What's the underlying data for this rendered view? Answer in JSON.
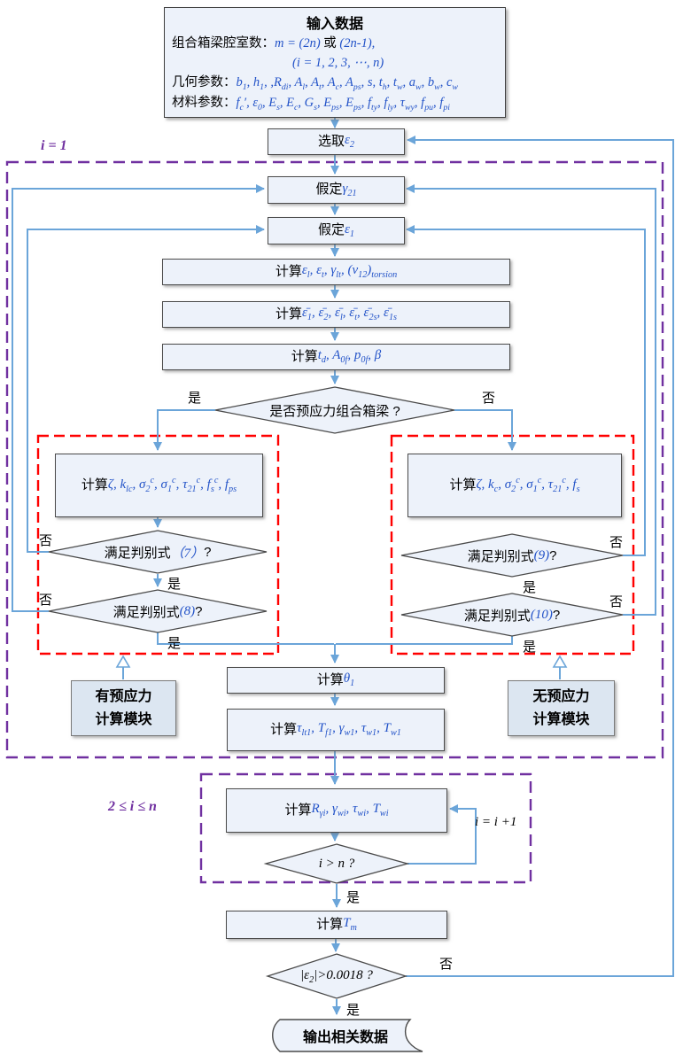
{
  "colors": {
    "arrow_blue": "#6BA5D9",
    "math_blue": "#2353C8",
    "region_purple": "#7030A0",
    "region_red": "#FF0000",
    "node_fill": "#EDF2FA",
    "module_fill": "#DCE6F1"
  },
  "input_box": {
    "title": "输入数据",
    "lines": [
      {
        "label": "组合箱梁腔室数：",
        "math": "m = (2n) #{或} (2n-1),"
      },
      {
        "label": "",
        "math": "(i = 1, 2, 3, ⋯, n)"
      },
      {
        "label": "几何参数：",
        "math": "b_{1}, h_{1}, ,R_{di}, A_{l}, A_{t}, A_{c}, A_{ps}, s, t_{h}, t_{w}, a_{w}, b_{w}, c_{w}"
      },
      {
        "label": "材料参数：",
        "math": "f_{c}′, ε_{0}, E_{s}, E_{c}, G_{s}, E_{ps}, E_{ps}, f_{ty}, f_{ly}, τ_{wy}, f_{pu}, f_{pi}"
      }
    ]
  },
  "nodes": {
    "select_eps2": {
      "pre": "选取 ",
      "math": "ε_{2}"
    },
    "assume_gamma21": {
      "pre": "假定 ",
      "math": "γ_{21}"
    },
    "assume_eps1": {
      "pre": "假定 ",
      "math": "ε_{1}"
    },
    "calc_strains": {
      "pre": "计算 ",
      "math": "ε_{l}, ε_{t}, γ_{lt}, (ν_{12})_{torsion}"
    },
    "calc_avg_strains": {
      "pre": "计算 ",
      "math": "ε̄_{1}, ε̄_{2}, ε̄_{l}, ε̄_{t}, ε̄_{2s}, ε̄_{1s}"
    },
    "calc_td": {
      "pre": "计算 ",
      "math": "t_{d}, A_{0f}, p_{0f}, β"
    },
    "decision_prestress": {
      "pre": "是否预应力组合箱梁 ?"
    },
    "calc_left": {
      "pre": "计算 ",
      "math": "ζ, k_{lc}, σ_{2}^{c}, σ_{1}^{c}, τ_{21}^{c}, f_{s}^{c}, f_{ps}"
    },
    "calc_right": {
      "pre": "计算 ",
      "math": "ζ, k_{c}, σ_{2}^{c}, σ_{1}^{c}, τ_{21}^{c}, f_{s}"
    },
    "check7": {
      "pre": "满足判别式 ",
      "math": "（7）",
      "post": " ?"
    },
    "check8": {
      "pre": "满足判别式 ",
      "math": "(8)",
      "post": " ?"
    },
    "check9": {
      "pre": "满足判别式 ",
      "math": "(9)",
      "post": " ?"
    },
    "check10": {
      "pre": "满足判别式 ",
      "math": "(10)",
      "post": " ?"
    },
    "module_prestressed": {
      "line1": "有预应力",
      "line2": "计算模块"
    },
    "module_nonprestressed": {
      "line1": "无预应力",
      "line2": "计算模块"
    },
    "calc_theta1": {
      "pre": "计算 ",
      "math": "θ_{1}"
    },
    "calc_tw1": {
      "pre": "计算",
      "math": "τ_{lt1}, T_{f1}, γ_{w1}, τ_{w1}, T_{w1}"
    },
    "calc_rwi": {
      "pre": "计算",
      "math": "R_{γi}, γ_{wi}, τ_{wi}, T_{wi}"
    },
    "check_i_gt_n": {
      "math_dark": "i > n ?"
    },
    "calc_tm": {
      "pre": "计算 ",
      "math": "T_{m}"
    },
    "check_eps2": {
      "math_dark": "|ε_{2}|>0.0018 ?"
    },
    "output": {
      "label": "输出相关数据"
    }
  },
  "labels": {
    "region_i1": "i = 1",
    "region_i_range": "2 ≤ i ≤ n",
    "loop_increment": "i = i +1",
    "yes": "是",
    "no": "否"
  }
}
